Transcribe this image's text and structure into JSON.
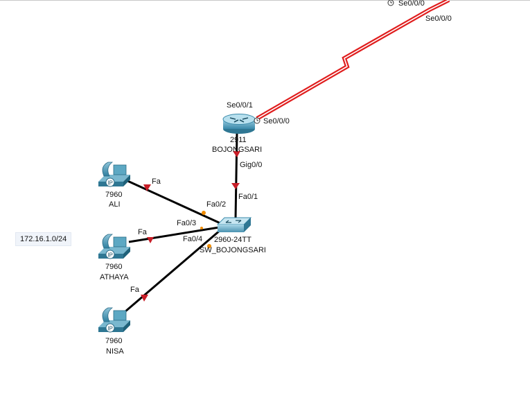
{
  "network_note": "172.16.1.0/24",
  "colors": {
    "serial_link": "#e01e1e",
    "ethernet_link": "#000000",
    "link_up": "#c81e28",
    "link_orange": "#f08c00",
    "device_blue": "#3b87a6"
  },
  "serial_link": {
    "top_label_left": "Se0/0/0",
    "top_label_right": "Se0/0/0",
    "router_side_label": "Se0/0/1"
  },
  "router": {
    "model": "2911",
    "name": "BOJONGSARI",
    "serial_port": "Se0/0/0",
    "gig_port": "Gig0/0"
  },
  "switch": {
    "model": "2960-24TT",
    "name": "SW_BOJONGSARI",
    "uplink_port": "Fa0/1",
    "port_ali": "Fa0/2",
    "port_athaya": "Fa0/3",
    "port_nisa": "Fa0/4"
  },
  "phones": [
    {
      "model": "7960",
      "name": "ALI",
      "port": "Fa",
      "badge": "IP"
    },
    {
      "model": "7960",
      "name": "ATHAYA",
      "port": "Fa",
      "badge": "IP"
    },
    {
      "model": "7960",
      "name": "NISA",
      "port": "Fa",
      "badge": "IP"
    }
  ]
}
